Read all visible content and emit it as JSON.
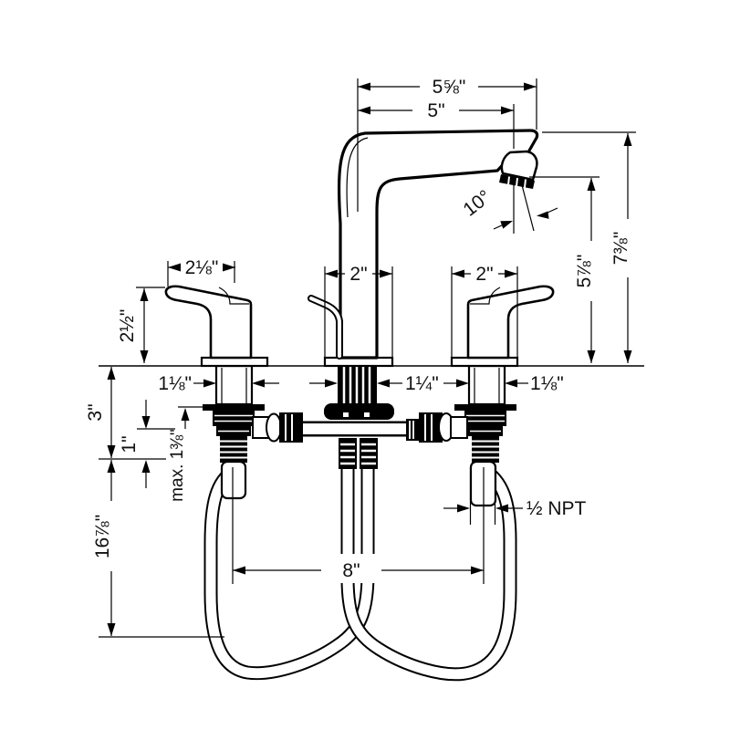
{
  "drawing": {
    "kind": "faucet-installation-dimension-diagram",
    "labels": {
      "spout_overhang": "5⅝\"",
      "spout_reach": "5\"",
      "overall_height": "7⅜\"",
      "spout_outlet_height": "5⅞\"",
      "spray_angle": "10°",
      "handle_length": "2⅛\"",
      "handle_height": "2½\"",
      "spout_base_width": "2\"",
      "handle_base_width": "2\"",
      "left_shank_diameter": "1⅛\"",
      "center_shank_diameter": "1¼\"",
      "right_shank_diameter": "1⅛\"",
      "shank_length": "3\"",
      "thread_length": "1\"",
      "max_deck_thickness": "max. 1⅜\"",
      "hose_drop_length": "16⅞\"",
      "faucet_spread": "8\"",
      "supply_connection": "½ NPT"
    }
  }
}
